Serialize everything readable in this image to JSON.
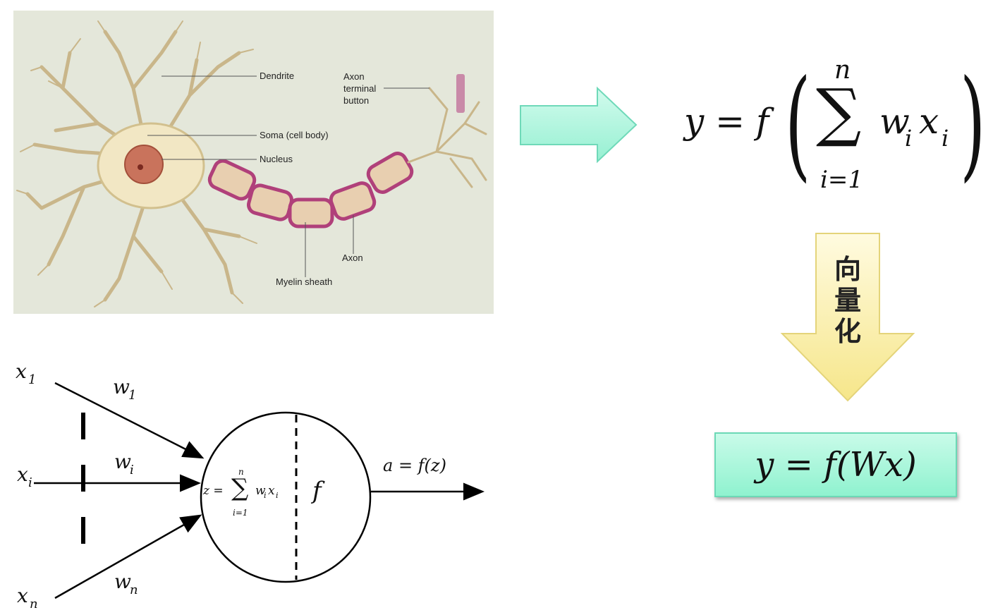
{
  "neuron_diagram": {
    "labels": {
      "dendrite": "Dendrite",
      "axon_terminal": "Axon\nterminal\nbutton",
      "soma": "Soma (cell body)",
      "nucleus": "Nucleus",
      "axon": "Axon",
      "myelin": "Myelin sheath"
    }
  },
  "formula_sum": {
    "lhs": "y = f",
    "sum_top": "n",
    "sum_bottom": "i=1",
    "term_w": "w",
    "term_w_sub": "i",
    "term_x": "x",
    "term_x_sub": "i"
  },
  "vectorize_label": [
    "向",
    "量",
    "化"
  ],
  "formula_vector": "y = f(Wx)",
  "perceptron": {
    "inputs": [
      {
        "name": "x",
        "sub": "1"
      },
      {
        "name": "x",
        "sub": "i"
      },
      {
        "name": "x",
        "sub": "n"
      }
    ],
    "weights": [
      {
        "name": "w",
        "sub": "1"
      },
      {
        "name": "w",
        "sub": "i"
      },
      {
        "name": "w",
        "sub": "n"
      }
    ],
    "sum_lhs": "z =",
    "sum_top": "n",
    "sum_bottom": "i=1",
    "sum_term": "w",
    "sum_term_sub": "i",
    "sum_term2": "x",
    "sum_term2_sub": "i",
    "activation": "f",
    "output": "a = f(z)"
  },
  "colors": {
    "arrow_right_fill": "#a8f5dc",
    "arrow_down_fill": "#fbf2a8",
    "formula_box_fill": "#a9f6d9",
    "myelin": "#c98aa8",
    "cell_body": "#efe3b8"
  }
}
